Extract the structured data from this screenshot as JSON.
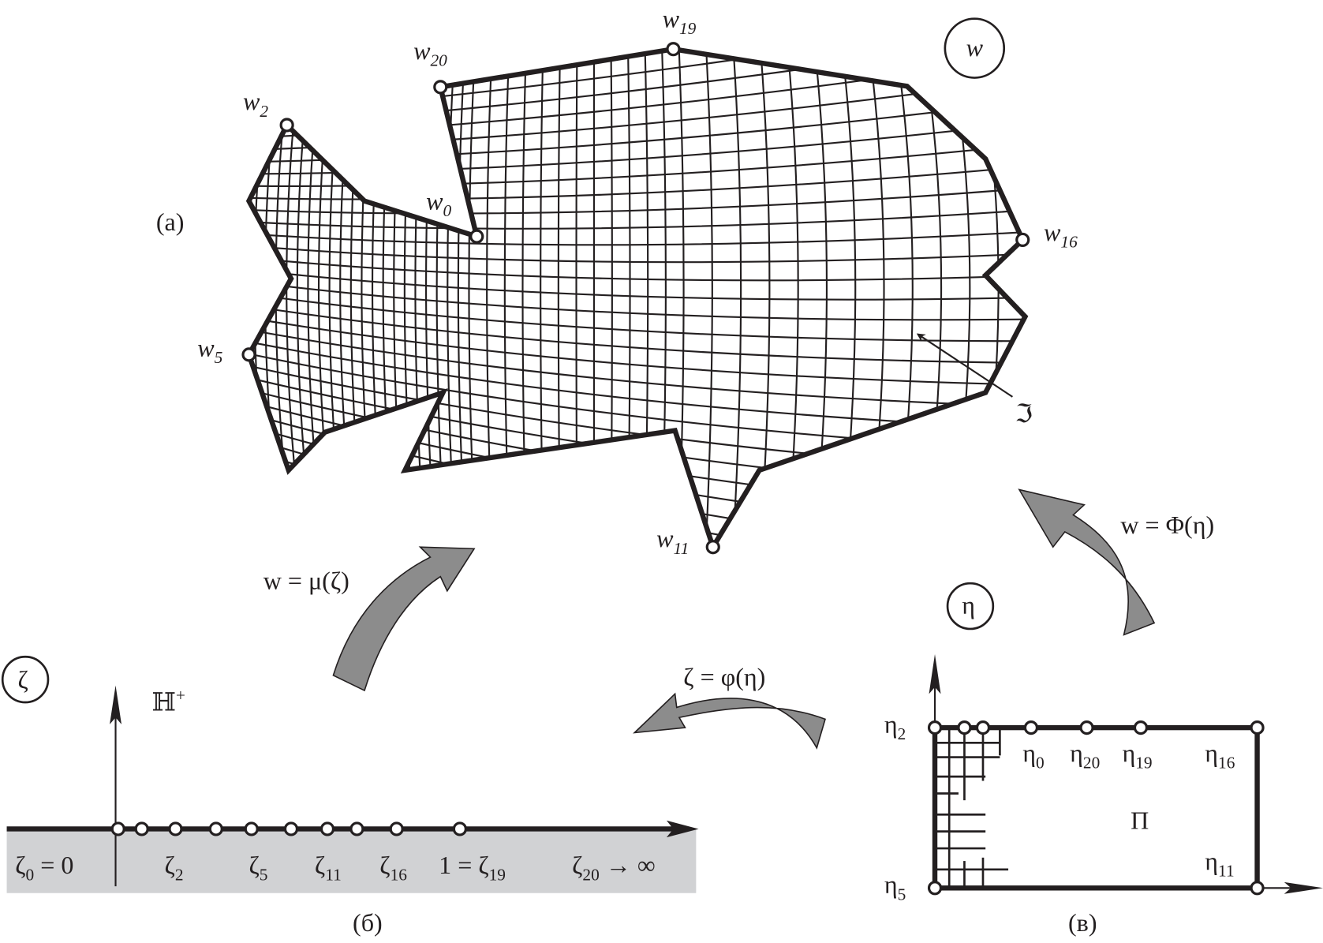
{
  "panel_a": {
    "label": "(a)",
    "plane_label": "w",
    "vertices": [
      {
        "id": "w2",
        "base": "w",
        "sub": "2"
      },
      {
        "id": "w20",
        "base": "w",
        "sub": "20"
      },
      {
        "id": "w19",
        "base": "w",
        "sub": "19"
      },
      {
        "id": "w0",
        "base": "w",
        "sub": "0"
      },
      {
        "id": "w16",
        "base": "w",
        "sub": "16"
      },
      {
        "id": "w5",
        "base": "w",
        "sub": "5"
      },
      {
        "id": "w11",
        "base": "w",
        "sub": "11"
      }
    ],
    "pointer_label": "ℑ"
  },
  "panel_b": {
    "label": "(б)",
    "plane_label": "ζ",
    "half_plane": "ℍ",
    "half_plane_sup": "+",
    "points": [
      {
        "pre": "",
        "base": "ζ",
        "sub": "0",
        "post": " = 0"
      },
      {
        "pre": "",
        "base": "ζ",
        "sub": "2",
        "post": ""
      },
      {
        "pre": "",
        "base": "ζ",
        "sub": "5",
        "post": ""
      },
      {
        "pre": "",
        "base": "ζ",
        "sub": "11",
        "post": ""
      },
      {
        "pre": "",
        "base": "ζ",
        "sub": "16",
        "post": ""
      },
      {
        "pre": "1 = ",
        "base": "ζ",
        "sub": "19",
        "post": ""
      },
      {
        "pre": "",
        "base": "ζ",
        "sub": "20",
        "post": " → ∞"
      }
    ]
  },
  "panel_c": {
    "label": "(в)",
    "plane_label": "η",
    "region_label": "Π",
    "points": [
      {
        "base": "η",
        "sub": "2"
      },
      {
        "base": "η",
        "sub": "0"
      },
      {
        "base": "η",
        "sub": "20"
      },
      {
        "base": "η",
        "sub": "19"
      },
      {
        "base": "η",
        "sub": "16"
      },
      {
        "base": "η",
        "sub": "5"
      },
      {
        "base": "η",
        "sub": "11"
      }
    ]
  },
  "mappings": {
    "mu": "w = μ(ζ)",
    "Phi": "w = Φ(η)",
    "phi": "ζ = φ(η)"
  },
  "colors": {
    "ink": "#231f20",
    "arrow_fill": "#8c8c8c",
    "band": "#d1d2d4"
  }
}
